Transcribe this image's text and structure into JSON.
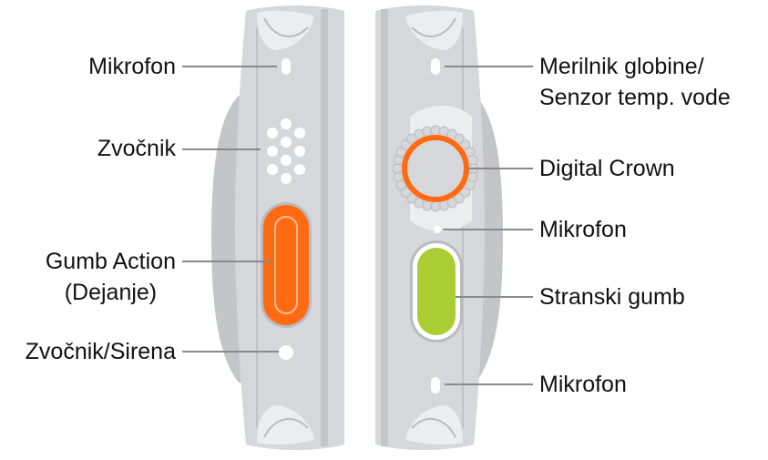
{
  "colors": {
    "case": "#d5d7da",
    "case_shade": "#c3c5c9",
    "case_edge": "#b9bbc0",
    "highlight": "#ebedef",
    "leader": "#8a8a8e",
    "action_button": "#ff6a13",
    "crown_ring": "#ff6a13",
    "side_button": "#a9cd33",
    "text": "#111111"
  },
  "left_labels": {
    "microphone": "Mikrofon",
    "speaker": "Zvočnik",
    "action_line1": "Gumb Action",
    "action_line2": "(Dejanje)",
    "siren": "Zvočnik/Sirena"
  },
  "right_labels": {
    "depth_line1": "Merilnik globine/",
    "depth_line2": "Senzor temp. vode",
    "crown": "Digital Crown",
    "microphone_mid": "Mikrofon",
    "side_button": "Stranski gumb",
    "microphone_bottom": "Mikrofon"
  },
  "icons": {
    "speaker_grille": "speaker-grille-icon",
    "crown": "digital-crown-icon"
  }
}
